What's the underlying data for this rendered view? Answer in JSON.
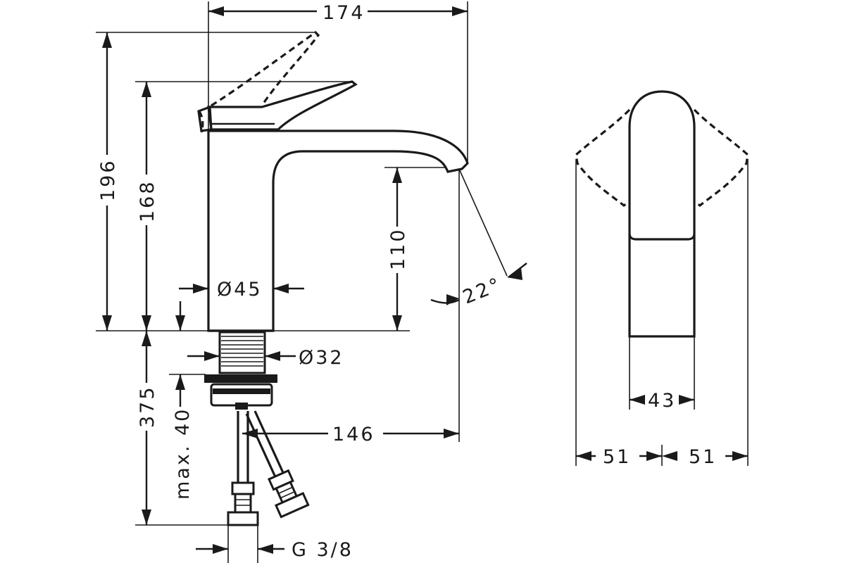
{
  "drawing": {
    "dimensions": {
      "width_overall": "174",
      "height_overall": "196",
      "height_lever_base": "168",
      "spout_height": "110",
      "body_diameter": "Ø45",
      "spout_angle": "22°",
      "shank_diameter": "Ø32",
      "shank_length": "375",
      "max_mount": "max. 40",
      "spout_reach": "146",
      "thread": "G 3/8",
      "side_width": "43",
      "lever_half_left": "51",
      "lever_half_right": "51"
    }
  }
}
